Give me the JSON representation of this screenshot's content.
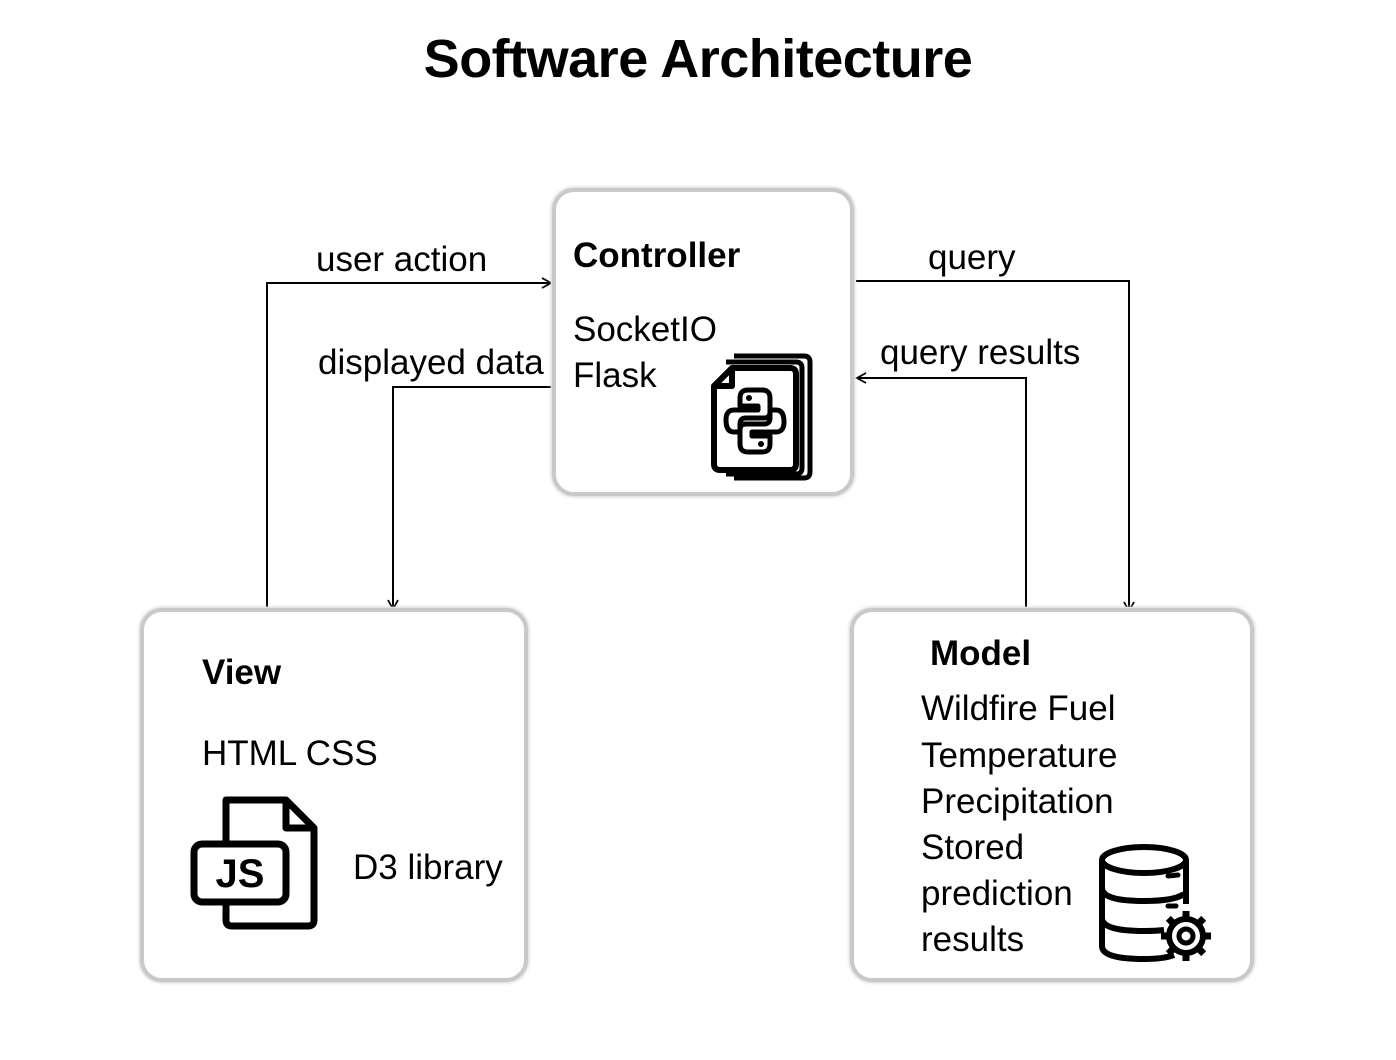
{
  "title": "Software Architecture",
  "controller": {
    "heading": "Controller",
    "line1": "SocketIO",
    "line2": "Flask",
    "icon": "python-file-icon"
  },
  "view": {
    "heading": "View",
    "line1": "HTML CSS",
    "line2": "D3 library",
    "icon": "javascript-file-icon"
  },
  "model": {
    "heading": "Model",
    "lines": [
      "Wildfire Fuel",
      "Temperature",
      "Precipitation",
      "Stored",
      "prediction",
      "results"
    ],
    "icon": "database-settings-icon"
  },
  "edges": {
    "user_action": "user action",
    "displayed_data": "displayed data",
    "query": "query",
    "query_results": "query results"
  }
}
